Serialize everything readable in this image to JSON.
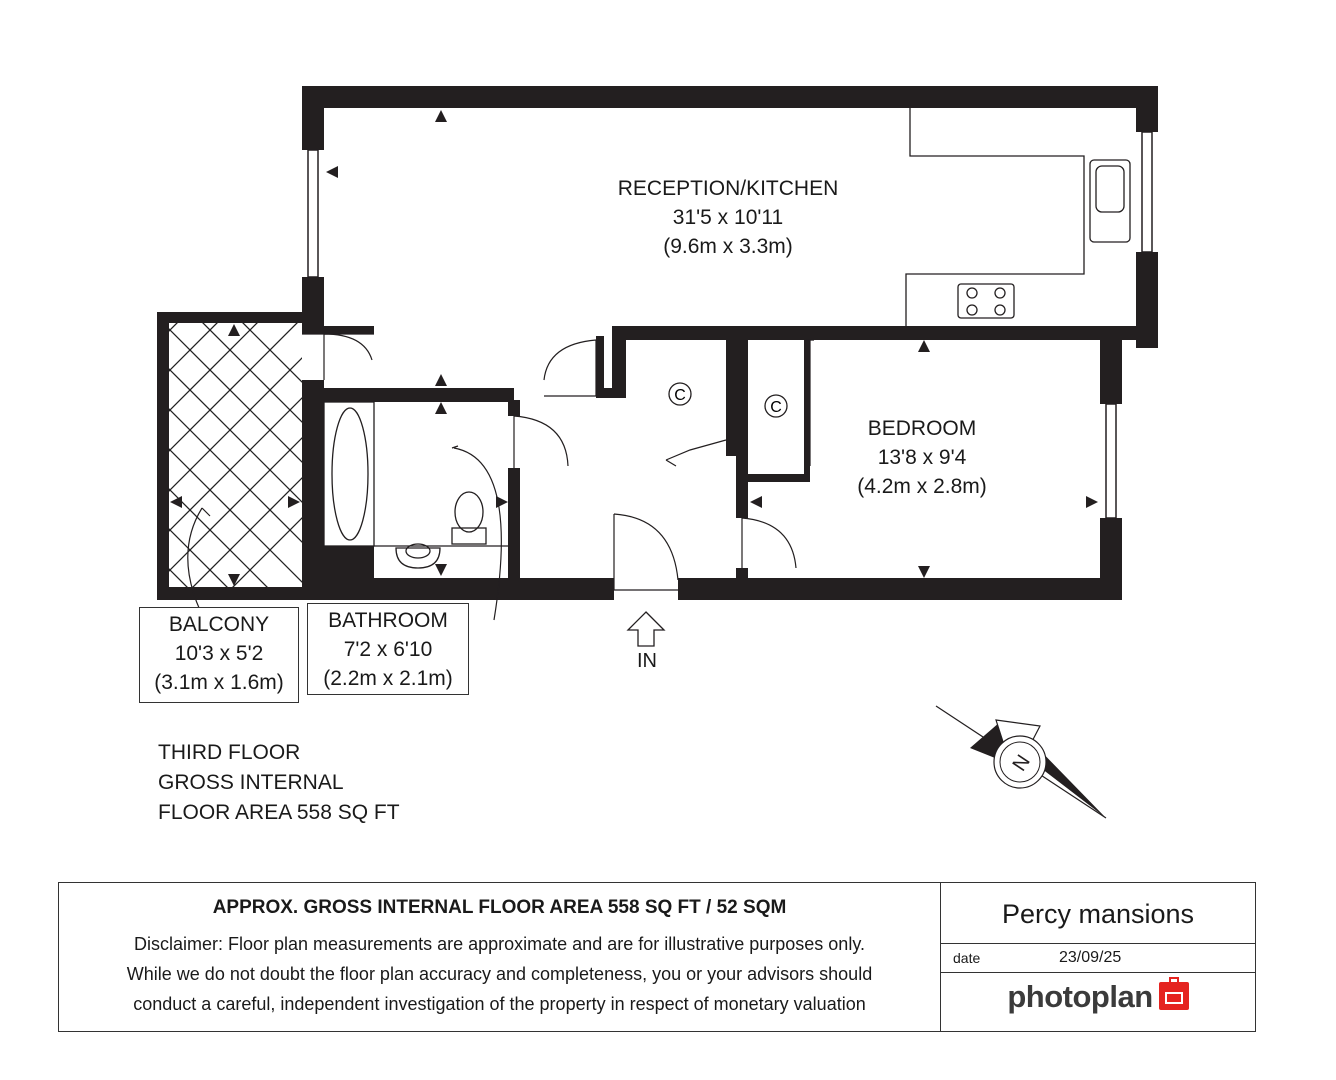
{
  "rooms": {
    "reception": {
      "name": "RECEPTION/KITCHEN",
      "imperial": "31'5 x 10'11",
      "metric": "(9.6m x 3.3m)"
    },
    "bedroom": {
      "name": "BEDROOM",
      "imperial": "13'8 x 9'4",
      "metric": "(4.2m x 2.8m)"
    },
    "balcony": {
      "name": "BALCONY",
      "imperial": "10'3 x 5'2",
      "metric": "(3.1m x 1.6m)"
    },
    "bathroom": {
      "name": "BATHROOM",
      "imperial": "7'2 x 6'10",
      "metric": "(2.2m x 2.1m)"
    }
  },
  "cupboard_symbol": "C",
  "entrance_label": "IN",
  "compass_letter": "N",
  "floor_info": {
    "line1": "THIRD FLOOR",
    "line2": "GROSS INTERNAL",
    "line3": "FLOOR AREA 558 SQ FT"
  },
  "footer": {
    "title": "APPROX. GROSS INTERNAL FLOOR AREA 558 SQ FT / 52 SQM",
    "disclaimer_line1": "Disclaimer: Floor plan measurements are approximate and are for illustrative purposes only.",
    "disclaimer_line2": "While we do not doubt the floor plan accuracy and completeness, you or your advisors should",
    "disclaimer_line3": "conduct a careful, independent investigation of the property in respect of monetary valuation",
    "project_name": "Percy mansions",
    "date_label": "date",
    "date_value": "23/09/25",
    "brand": "photoplan"
  },
  "colors": {
    "wall": "#231f20",
    "brand_red": "#e52420"
  }
}
